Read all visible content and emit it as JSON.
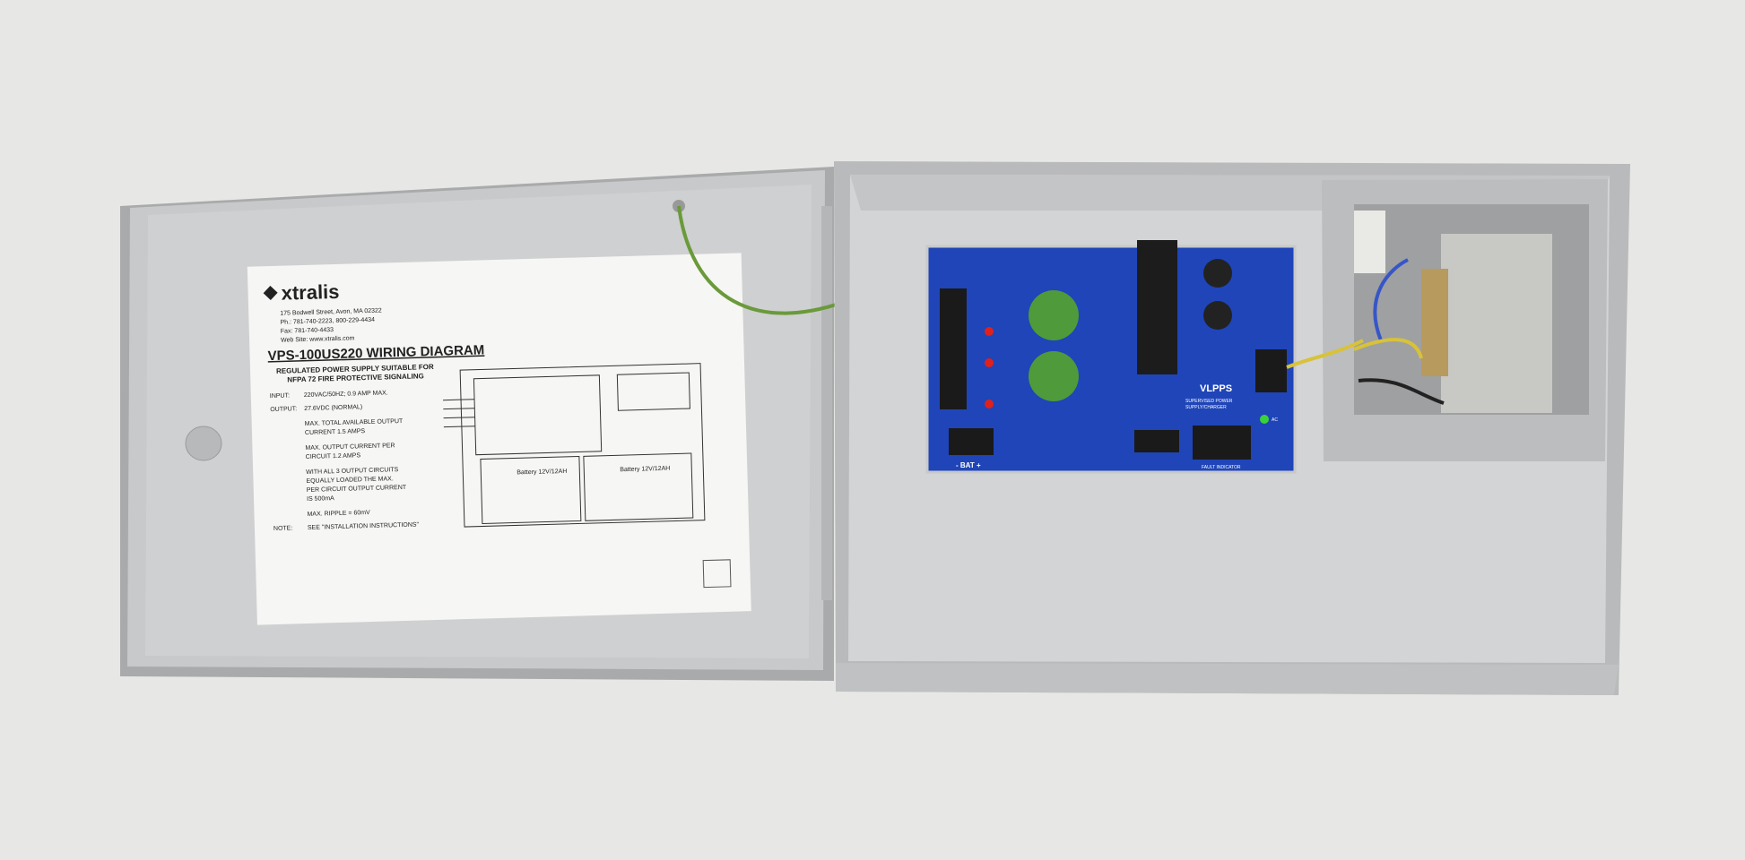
{
  "label": {
    "brand": "xtralis",
    "address": "175 Bodwell Street, Avon, MA 02322",
    "phone": "Ph.: 781-740-2223, 800-229-4434",
    "fax": "Fax: 781-740-4433",
    "web": "Web Site: www.xtralis.com",
    "title": "VPS-100US220 WIRING DIAGRAM",
    "subtitle_1": "REGULATED POWER SUPPLY SUITABLE FOR",
    "subtitle_2": "NFPA 72 FIRE PROTECTIVE SIGNALING",
    "input_label": "INPUT:",
    "input_value": "220VAC/50HZ; 0.9 AMP MAX.",
    "output_label": "OUTPUT:",
    "output_value": "27.6VDC (NORMAL)",
    "spec_1a": "MAX. TOTAL AVAILABLE OUTPUT",
    "spec_1b": "CURRENT 1.5 AMPS",
    "spec_2a": "MAX. OUTPUT CURRENT PER",
    "spec_2b": "CIRCUIT 1.2 AMPS",
    "spec_3a": "WITH ALL 3 OUTPUT CIRCUITS",
    "spec_3b": "EQUALLY LOADED THE MAX.",
    "spec_3c": "PER CIRCUIT OUTPUT CURRENT",
    "spec_3d": "IS 500mA",
    "spec_4": "MAX. RIPPLE = 60mV",
    "note_label": "NOTE:",
    "note_value": "SEE \"INSTALLATION INSTRUCTIONS\"",
    "battery_1": "Battery 12V/12AH",
    "battery_2": "Battery 12V/12AH"
  },
  "pcb": {
    "model": "VLPPS",
    "desc_1": "SUPERVISED POWER",
    "desc_2": "SUPPLY/CHARGER",
    "bat_label": "- BAT +",
    "fault_label": "FAULT INDICATOR",
    "ac_label": "AC",
    "color": "#1f45b8"
  },
  "colors": {
    "background": "#e7e7e5",
    "enclosure": "#c9cacb",
    "led_red": "#e0201c",
    "led_green": "#3bd13b",
    "capacitor_green": "#4f9a3a"
  }
}
